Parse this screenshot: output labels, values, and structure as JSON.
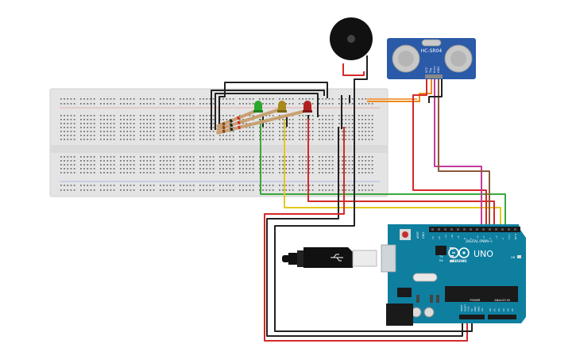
{
  "sensor": {
    "model": "HC-SR04",
    "pins": [
      "VCC",
      "Trig",
      "Echo",
      "GND"
    ]
  },
  "arduino": {
    "logo": "UNO",
    "brand": "ARDUINO",
    "aref": "AREF",
    "gnd": "GND",
    "digital_label": "DIGITAL (PWM~)",
    "digital_pins": [
      "13",
      "12",
      "~11",
      "~10",
      "~9",
      "8",
      "7",
      "~6",
      "~5",
      "4",
      "~3",
      "2",
      "TX 1",
      "RX 0"
    ],
    "power_label": "POWER",
    "analog_label": "ANALOG IN",
    "power_pins": [
      "IOREF",
      "RESET",
      "3.3V",
      "5V",
      "GND",
      "GND",
      "Vin"
    ],
    "analog_pins": [
      "A0",
      "A1",
      "A2",
      "A3",
      "A4",
      "A5"
    ],
    "led_labels": [
      "L",
      "TX",
      "RX"
    ],
    "on_label": "ON"
  },
  "colors": {
    "breadboard": "#e2e2e2",
    "arduino": "#0f7fa0",
    "sensor": "#2a5aa8",
    "wire_black": "#222222",
    "wire_red": "#d42a2a",
    "wire_green": "#3aa83a",
    "wire_yellow": "#e3c81b",
    "wire_orange": "#f08a1a",
    "wire_magenta": "#c33a9a",
    "wire_brown": "#8a5a3a",
    "led_green": "#2aa82a",
    "led_yellow": "#a88a1a",
    "led_red": "#b02020"
  }
}
